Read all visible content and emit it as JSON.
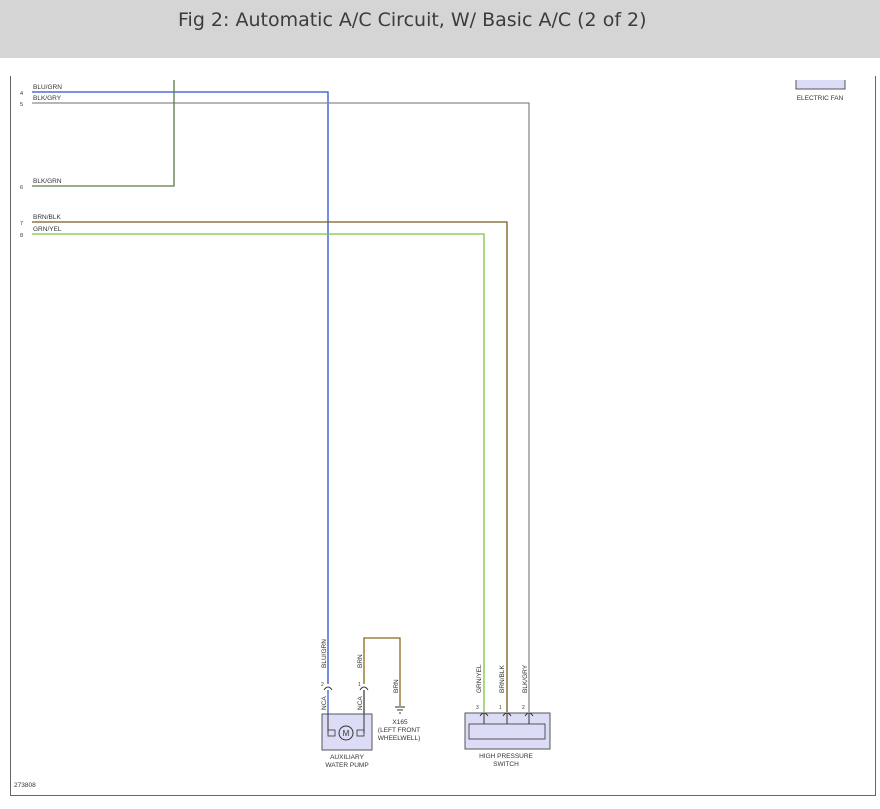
{
  "title": "Fig 2: Automatic A/C Circuit, W/ Basic A/C (2 of 2)",
  "figure_id": "273808",
  "wires": {
    "w4": {
      "pin": "4",
      "color_code": "BLU/GRN",
      "stroke": "#2b4fd8"
    },
    "w5": {
      "pin": "5",
      "color_code": "BLK/GRY",
      "stroke": "#8a8a8a"
    },
    "w6": {
      "pin": "6",
      "color_code": "BLK/GRN",
      "stroke": "#5a7a4a"
    },
    "w7": {
      "pin": "7",
      "color_code": "BRN/BLK",
      "stroke": "#7a5a1e"
    },
    "w8": {
      "pin": "8",
      "color_code": "GRN/YEL",
      "stroke": "#7fc241"
    },
    "brn": {
      "color_code": "BRN",
      "stroke": "#8a6a1a"
    }
  },
  "components": {
    "electric_fan": {
      "label": "ELECTRIC FAN"
    },
    "aux_pump": {
      "label_line1": "AUXILIARY",
      "label_line2": "WATER PUMP",
      "motor_symbol": "M",
      "pin_a": "2",
      "pin_b": "1",
      "nca": "NCA",
      "wire_a": "BLU/GRN",
      "wire_b": "BRN"
    },
    "ground": {
      "wire": "BRN",
      "id": "X165",
      "loc_line1": "(LEFT FRONT",
      "loc_line2": "WHEELWELL)"
    },
    "hp_switch": {
      "label_line1": "HIGH PRESSURE",
      "label_line2": "SWITCH",
      "pin_3": "3",
      "pin_1": "1",
      "pin_2": "2",
      "wire_3": "GRN/YEL",
      "wire_1": "BRN/BLK",
      "wire_2": "BLK/GRY"
    }
  }
}
